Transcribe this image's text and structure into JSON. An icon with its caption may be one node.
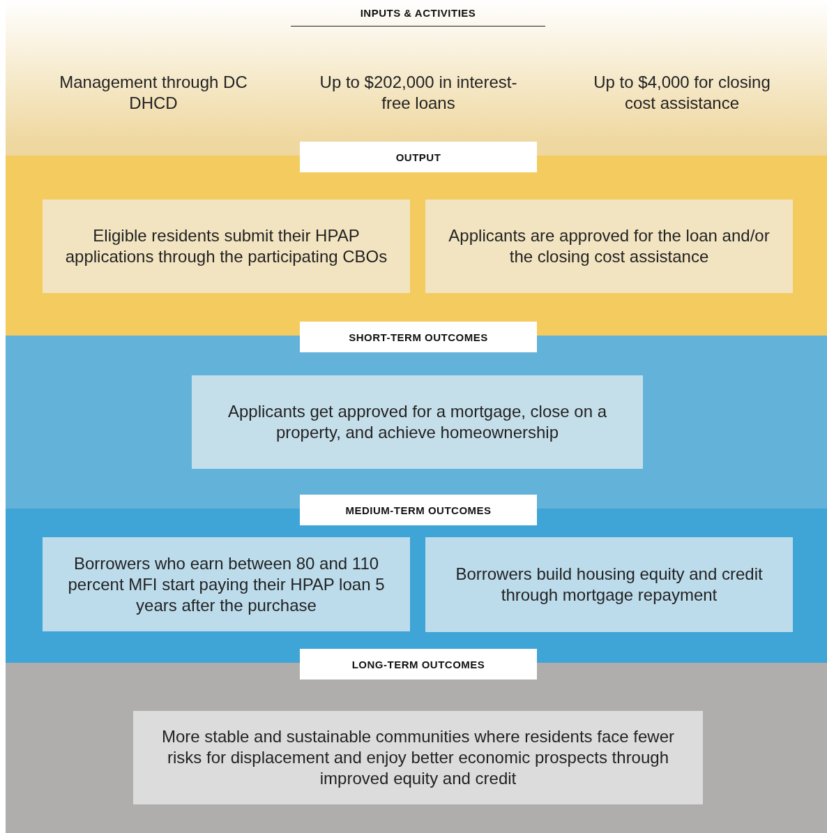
{
  "diagram": {
    "nodes": [
      {
        "text": [
          "INPUTS & ACTIVITIES",
          "Management through DC DHCD",
          "Up to $202,000 in interest-free loans",
          "Up to $4,000 for closing cost assistance"
        ]
      },
      {
        "text": [
          "OUTPUT"
        ]
      },
      {
        "text": [
          "Eligible residents submit their HPAP applications through the participating CBOs"
        ],
        "in": 1
      },
      {
        "text": [
          "Applicants are approved for the loan and/or the closing cost assistance"
        ],
        "in": 1
      },
      {
        "text": [
          "SHORT-TERM OUTCOMES"
        ]
      },
      {
        "text": [
          "Applicants get approved for a mortgage, close on a property, and achieve homeownership"
        ],
        "in": 4
      },
      {
        "text": [
          "MEDIUM-TERM OUTCOMES"
        ]
      },
      {
        "text": [
          "Borrowers who earn between 80 and 110 percent MFI start paying their HPAP loan 5 years after the purchase"
        ],
        "in": 6
      },
      {
        "text": [
          "Borrowers build housing equity and credit through mortgage repayment"
        ],
        "in": 6
      },
      {
        "text": [
          "LONG-TERM OUTCOMES"
        ]
      },
      {
        "text": [
          "More stable and sustainable communities where residents face fewer risks for displacement and enjoy better economic prospects through improved equity and credit"
        ],
        "in": 9
      }
    ],
    "edges": []
  }
}
